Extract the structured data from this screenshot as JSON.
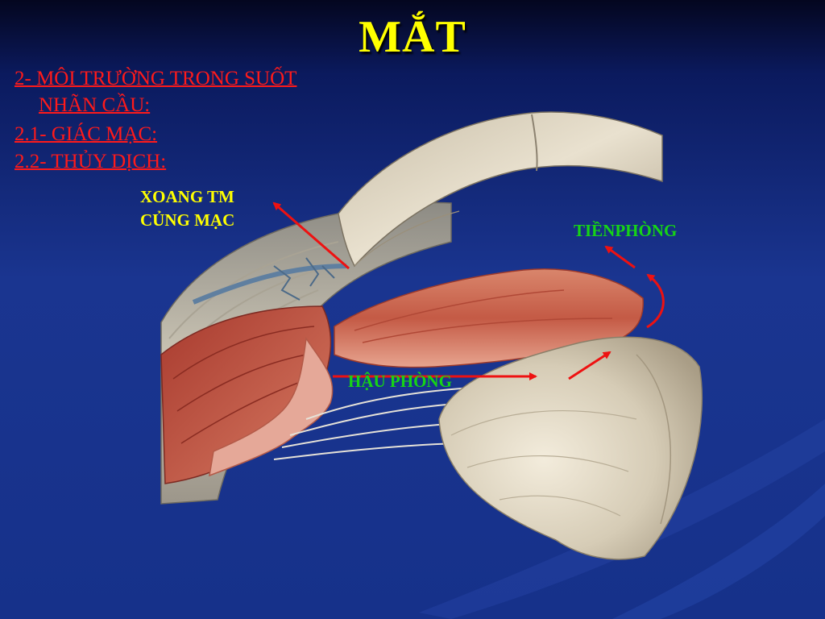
{
  "slide": {
    "title": "MẮT",
    "headings": [
      "2- MÔI TRƯỜNG TRONG SUỐT",
      "NHÃN CẦU:",
      "2.1- GIÁC MẠC:",
      "2.2- THỦY DỊCH:"
    ]
  },
  "diagram": {
    "labels": {
      "sinus_line1": "XOANG TM",
      "sinus_line2": "CỦNG MẠC",
      "anterior_chamber": "TIỀNPHÒNG",
      "posterior_chamber": "HẬU PHÒNG"
    }
  },
  "colors": {
    "title": "#ffff00",
    "headings": "#ff1a1a",
    "sinus_label": "#ffff00",
    "chamber_labels": "#16d416",
    "arrows": "#ee1111",
    "background": "#16318a"
  }
}
